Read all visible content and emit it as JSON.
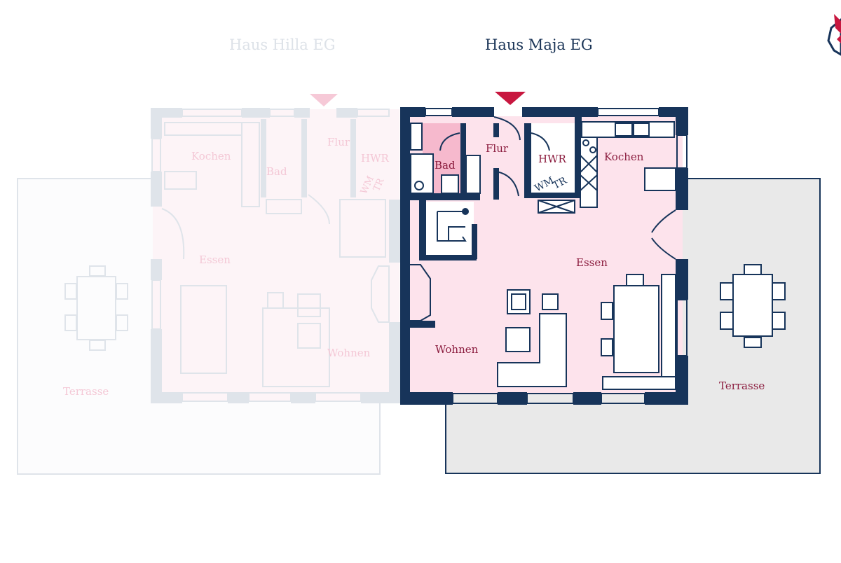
{
  "tabs": {
    "hilla": {
      "label": "Haus Hilla EG",
      "active": false
    },
    "maja": {
      "label": "Haus Maja EG",
      "active": true
    }
  },
  "logo_icon": "fox-logo-icon",
  "colors": {
    "wall": "#17345a",
    "wall_faded": "#dfe4ea",
    "room_fill": "#fde3ec",
    "room_fill_faded": "#fdf3f6",
    "bath_fill": "#f6b9cd",
    "terrace_fill": "#e9e9e9",
    "label": "#8b1c3e",
    "label_faded": "#f4c8d6",
    "accent": "#c8173f"
  },
  "maja": {
    "rooms": {
      "bad": "Bad",
      "flur": "Flur",
      "hwr": "HWR",
      "wm": "WM",
      "tr": "TR",
      "kochen": "Kochen",
      "essen": "Essen",
      "wohnen": "Wohnen",
      "terrasse": "Terrasse"
    }
  },
  "hilla": {
    "rooms": {
      "kochen": "Kochen",
      "bad": "Bad",
      "flur": "Flur",
      "hwr": "HWR",
      "wm": "WM",
      "tr": "TR",
      "essen": "Essen",
      "wohnen": "Wohnen",
      "terrasse": "Terrasse"
    }
  }
}
